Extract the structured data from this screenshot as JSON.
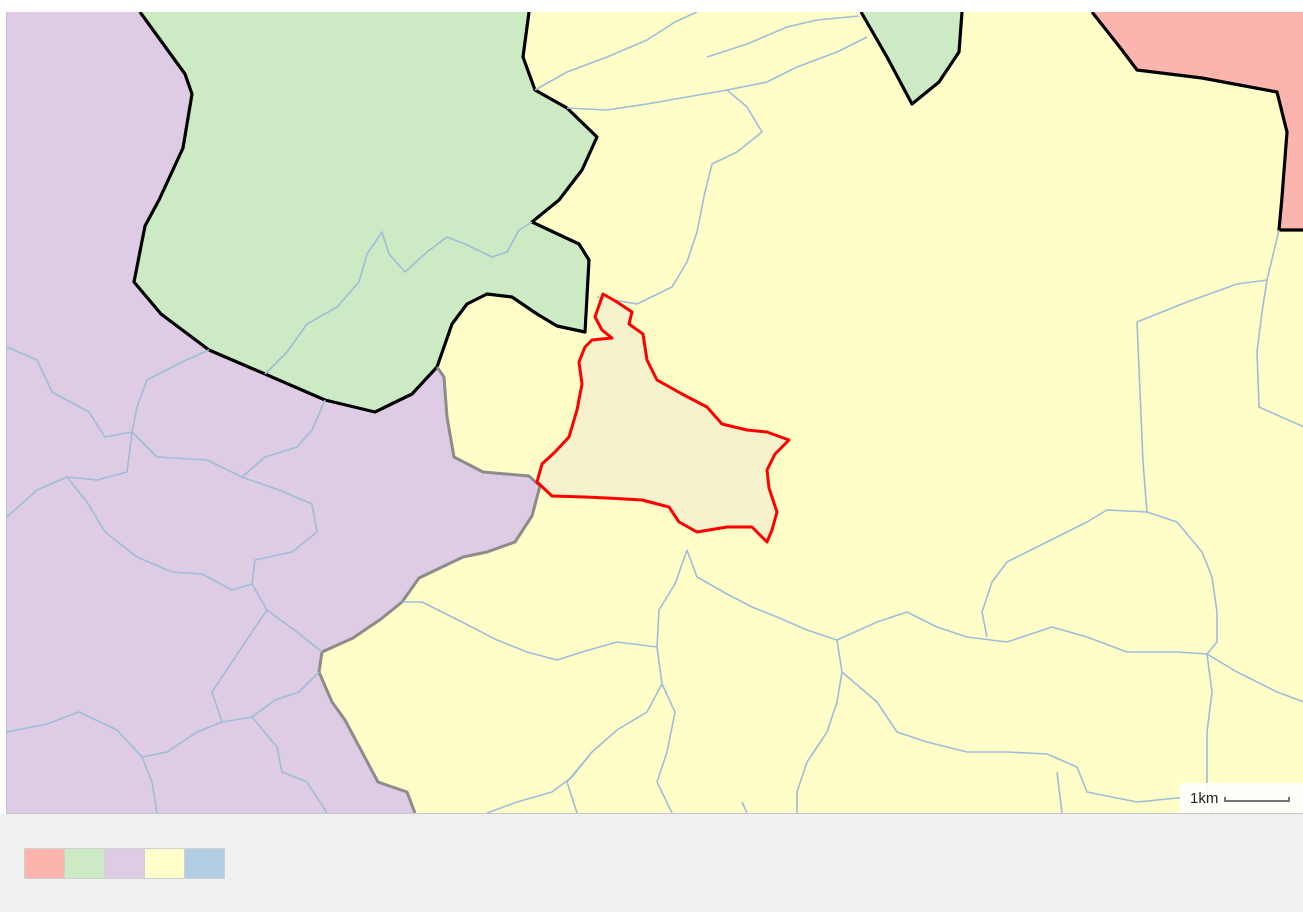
{
  "map": {
    "colors": {
      "background": "#fffec8",
      "region_red": "#fbb4ae",
      "region_green": "#ccebc5",
      "region_purple": "#decbe4",
      "region_yellow": "#ffffcc",
      "selected_fill": "#f5f2cc",
      "selected_stroke": "#ff0000",
      "boundary_major": "#000000",
      "boundary_minor": "#9ebdd8",
      "boundary_shadow": "#8c8c8c"
    },
    "scale": {
      "label": "1km"
    }
  },
  "legend": {
    "swatches": [
      {
        "name": "legend-swatch-red",
        "color": "#fbb4ae"
      },
      {
        "name": "legend-swatch-green",
        "color": "#ccebc5"
      },
      {
        "name": "legend-swatch-purple",
        "color": "#decbe4"
      },
      {
        "name": "legend-swatch-yellow",
        "color": "#ffffcc"
      },
      {
        "name": "legend-swatch-blue",
        "color": "#b3cde3"
      }
    ]
  }
}
